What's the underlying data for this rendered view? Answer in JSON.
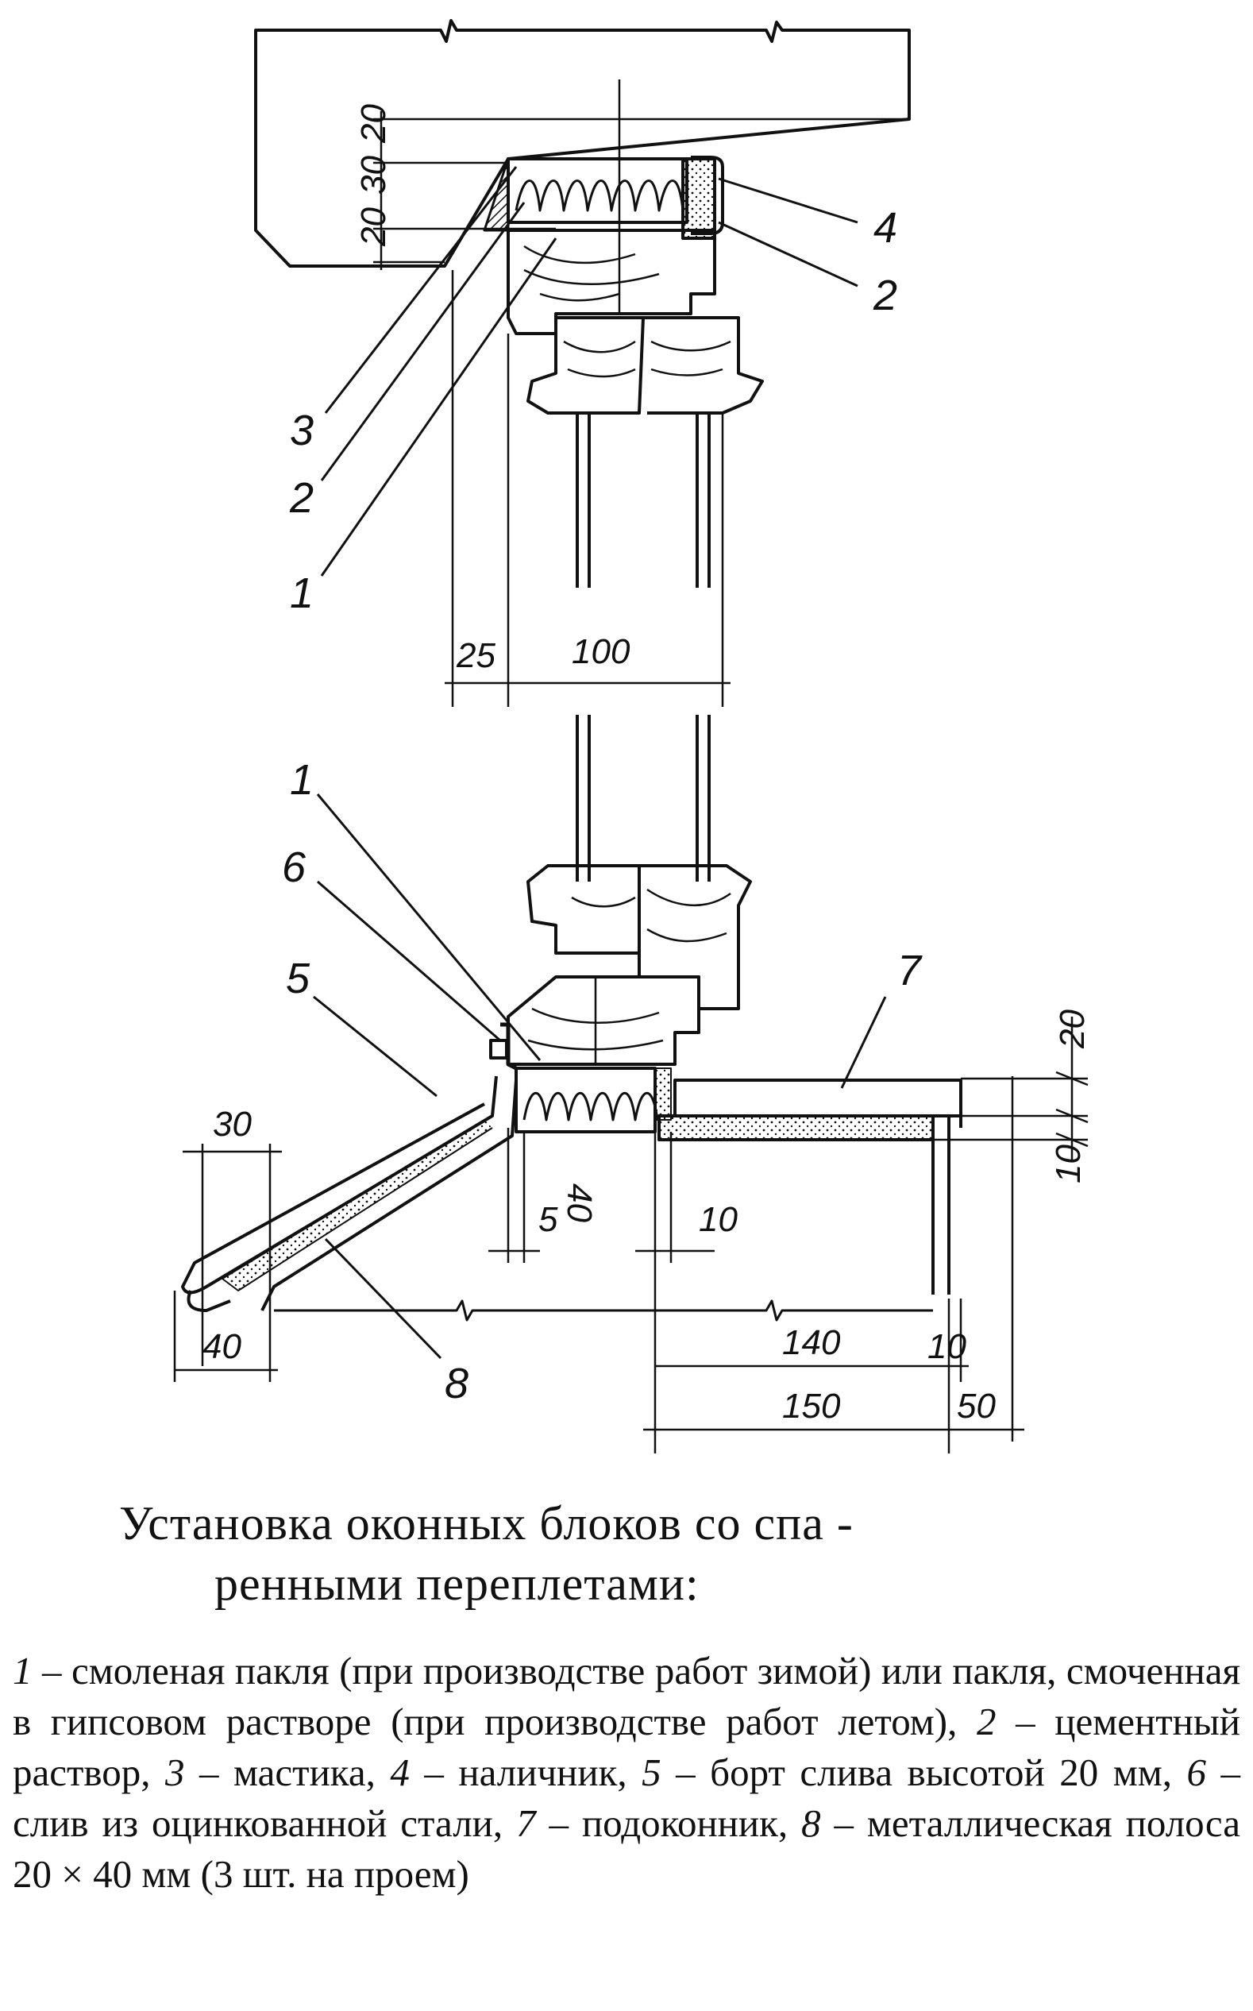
{
  "drawing": {
    "dimensions": {
      "top_20a": "20",
      "top_30": "30",
      "top_20b": "20",
      "d25": "25",
      "d100": "100",
      "d30": "30",
      "d40_vertical": "40",
      "d5": "5",
      "d10_middle": "10",
      "d40_bottom": "40",
      "d140": "140",
      "d10_small": "10",
      "d150": "150",
      "d50": "50",
      "d20_right": "20",
      "d10_right": "10"
    },
    "callouts": {
      "c1_top": "1",
      "c2_top": "2",
      "c3": "3",
      "c4": "4",
      "c2_right": "2",
      "c1_bottom": "1",
      "c6": "6",
      "c5": "5",
      "c7": "7",
      "c8": "8"
    }
  },
  "caption": {
    "line1": "Установка оконных блоков со спа -",
    "line2": "ренными переплетами:"
  },
  "legend": {
    "items": [
      {
        "num": "1",
        "text": " – смоленая пакля (при производстве работ зимой) или пакля, смоченная в гипсовом растворе (при производстве работ летом), "
      },
      {
        "num": "2",
        "text": " – цементный раствор, "
      },
      {
        "num": "3",
        "text": " – мастика, "
      },
      {
        "num": "4",
        "text": " – наличник, "
      },
      {
        "num": "5",
        "text": " – борт слива высотой 20 мм, "
      },
      {
        "num": "6",
        "text": " – слив из оцинкованной стали, "
      },
      {
        "num": "7",
        "text": " – подоконник, "
      },
      {
        "num": "8",
        "text": " – металлическая полоса 20 × 40 мм (3 шт. на проем)"
      }
    ]
  }
}
